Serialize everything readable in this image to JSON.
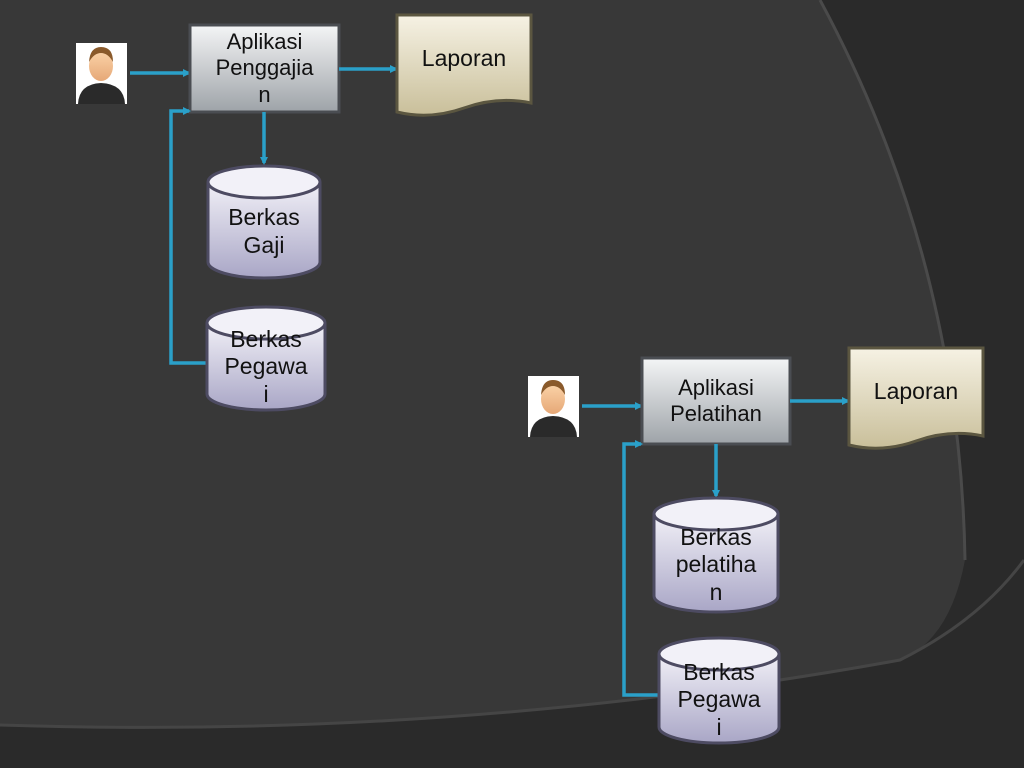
{
  "colors": {
    "background": "#2b2b2b",
    "panel": "#3a3a3a",
    "connector": "#2aa0c9",
    "process_fill": "#d8dadd",
    "document_fill": "#e4dcc0",
    "database_fill": "#d9d7ea"
  },
  "icons": {
    "user": "user-avatar-icon"
  },
  "top_flow": {
    "process": [
      "Aplikasi",
      "Penggajia",
      "n"
    ],
    "report": [
      "Laporan"
    ],
    "database_1": [
      "Berkas",
      "Gaji"
    ],
    "database_2": [
      "Berkas",
      "Pegawa",
      "i"
    ]
  },
  "bottom_flow": {
    "process": [
      "Aplikasi",
      "Pelatihan"
    ],
    "report": [
      "Laporan"
    ],
    "database_1": [
      "Berkas",
      "pelatiha",
      "n"
    ],
    "database_2": [
      "Berkas",
      "Pegawa",
      "i"
    ]
  }
}
